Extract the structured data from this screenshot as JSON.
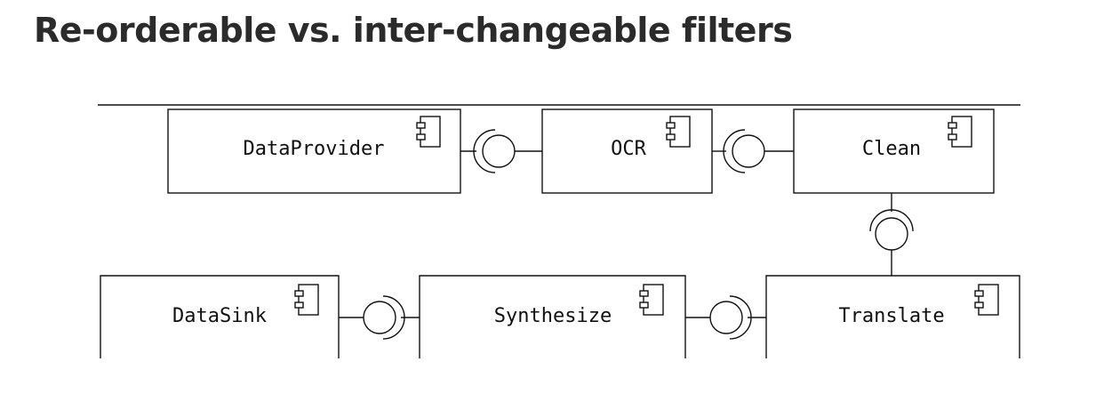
{
  "title": "Re-orderable vs. inter-changeable filters",
  "components": {
    "data_provider": "DataProvider",
    "ocr": "OCR",
    "clean": "Clean",
    "data_sink": "DataSink",
    "synthesize": "Synthesize",
    "translate": "Translate"
  },
  "icon": "uml-component-icon"
}
